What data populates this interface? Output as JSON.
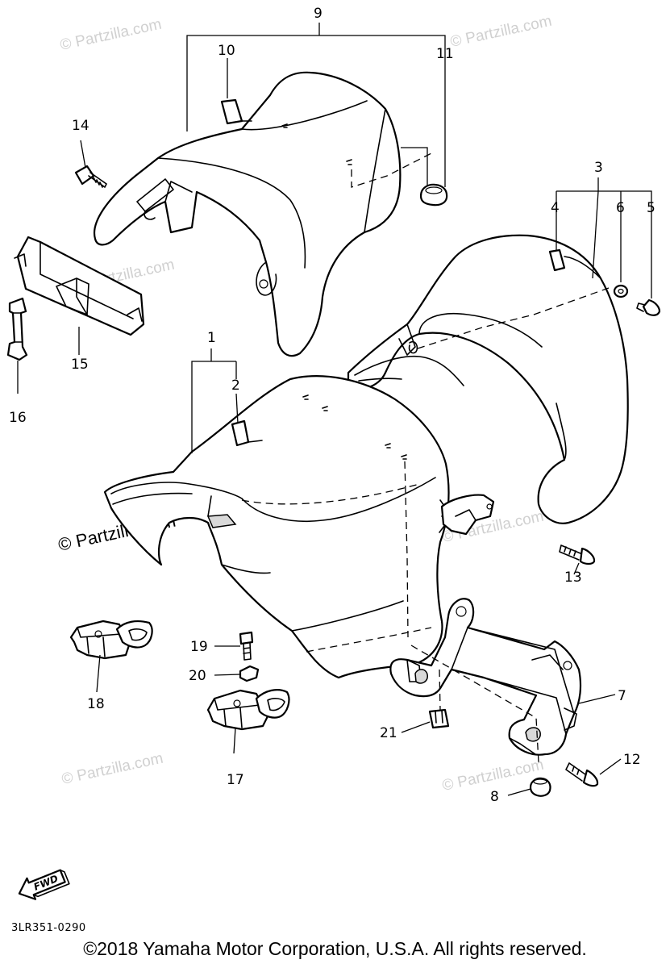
{
  "diagram": {
    "callouts": [
      "1",
      "2",
      "3",
      "4",
      "5",
      "6",
      "7",
      "8",
      "9",
      "10",
      "11",
      "12",
      "13",
      "14",
      "15",
      "16",
      "17",
      "18",
      "19",
      "20",
      "21"
    ],
    "watermark": "© Partzilla.com",
    "fwd_label": "FWD",
    "diagram_code": "3LR351-0290",
    "copyright": "©2018  Yamaha Motor Corporation, U.S.A. All rights reserved."
  }
}
